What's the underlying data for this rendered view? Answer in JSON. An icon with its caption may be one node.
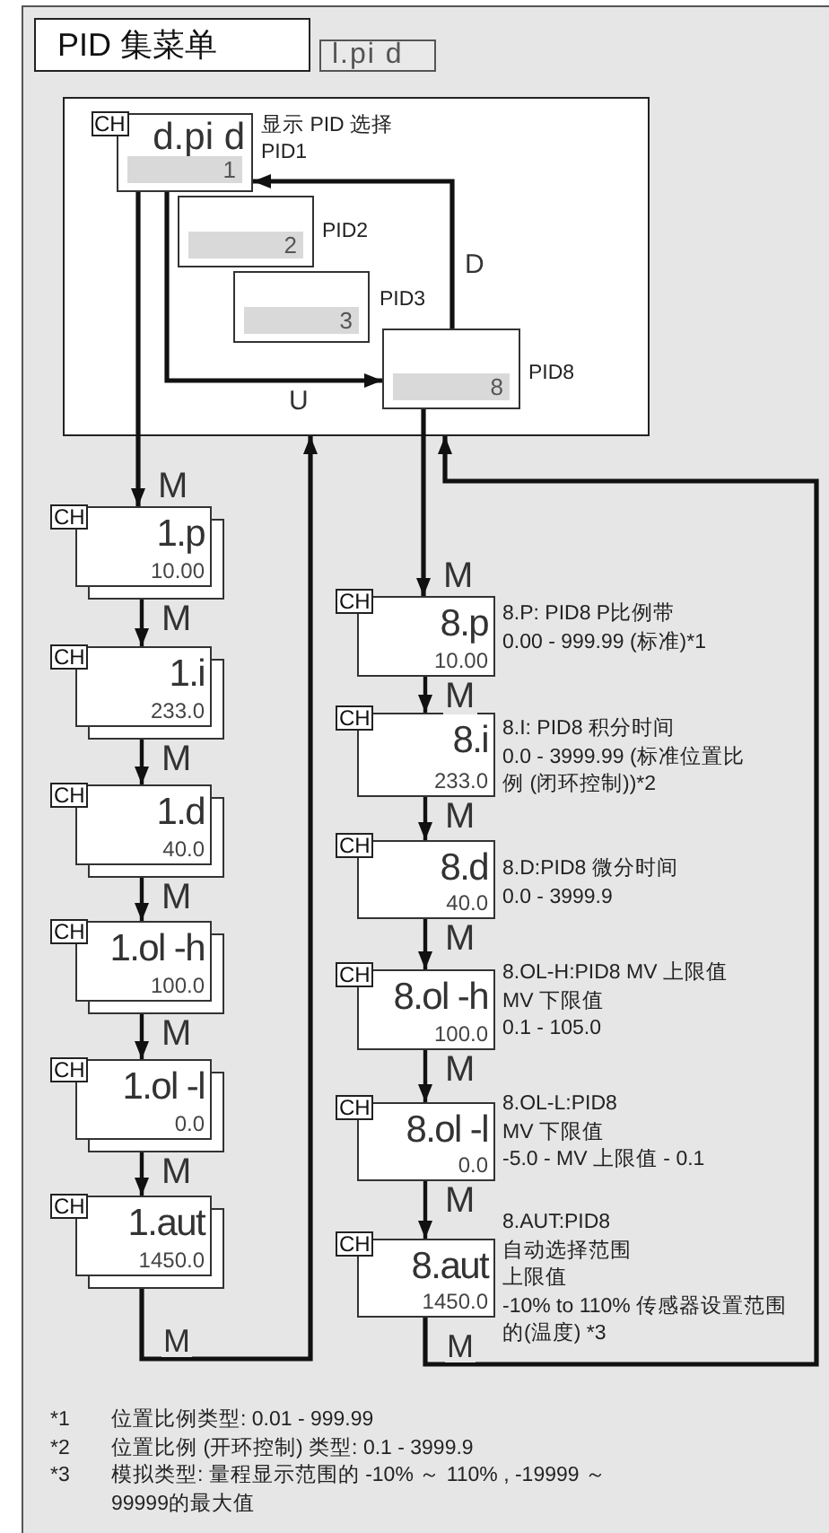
{
  "diagram": {
    "nodes": [
      {
        "text": [
          "PID 集菜单"
        ]
      },
      {
        "text": [
          "l.pi d"
        ]
      },
      {
        "text": [],
        "shape": "box"
      },
      {
        "text": [
          "CH",
          "d.pi d",
          "1"
        ],
        "in": 2,
        "beside": [
          "显示 PID 选择",
          "PID1"
        ]
      },
      {
        "text": [
          "2"
        ],
        "in": 2,
        "beside": [
          "PID2"
        ]
      },
      {
        "text": [
          "3"
        ],
        "in": 2,
        "beside": [
          "PID3"
        ]
      },
      {
        "text": [
          "8"
        ],
        "in": 2,
        "beside": [
          "PID8"
        ]
      },
      {
        "text": [
          "CH",
          "1.p",
          "10.00"
        ]
      },
      {
        "text": [
          "CH",
          "1.i",
          "233.0"
        ]
      },
      {
        "text": [
          "CH",
          "1.d",
          "40.0"
        ]
      },
      {
        "text": [
          "CH",
          "1.ol -h",
          "100.0"
        ]
      },
      {
        "text": [
          "CH",
          "1.ol -l",
          "0.0"
        ]
      },
      {
        "text": [
          "CH",
          "1.aut",
          "1450.0"
        ]
      },
      {
        "text": [
          "CH",
          "8.p",
          "10.00"
        ],
        "beside": [
          "8.P: PID8 P比例带",
          "0.00 - 999.99 (标准)*1"
        ]
      },
      {
        "text": [
          "CH",
          "8.i",
          "233.0"
        ],
        "beside": [
          "8.I: PID8 积分时间",
          "0.0 - 3999.99 (标准位置比例 (闭环控制))*2"
        ]
      },
      {
        "text": [
          "CH",
          "8.d",
          "40.0"
        ],
        "beside": [
          "8.D:PID8 微分时间",
          "0.0 - 3999.9"
        ]
      },
      {
        "text": [
          "CH",
          "8.ol -h",
          "100.0"
        ],
        "beside": [
          "8.OL-H:PID8 MV 上限值",
          "MV 下限值",
          "0.1 - 105.0"
        ]
      },
      {
        "text": [
          "CH",
          "8.ol -l",
          "0.0"
        ],
        "beside": [
          "8.OL-L:PID8",
          "MV 下限值",
          "-5.0 - MV 上限值 - 0.1"
        ]
      },
      {
        "text": [
          "CH",
          "8.aut",
          "1450.0"
        ],
        "beside": [
          "8.AUT:PID8",
          "自动选择范围",
          "上限值",
          "-10% to 110% 传感器设置范围的(温度) *3"
        ]
      }
    ],
    "edges": [
      {
        "from": 3,
        "to": 6,
        "arrow": "to",
        "label": "U"
      },
      {
        "from": 6,
        "to": 3,
        "arrow": "to",
        "label": "D"
      },
      {
        "from": 3,
        "to": 7,
        "arrow": "to",
        "label": "M"
      },
      {
        "from": 7,
        "to": 8,
        "arrow": "to",
        "label": "M"
      },
      {
        "from": 8,
        "to": 9,
        "arrow": "to",
        "label": "M"
      },
      {
        "from": 9,
        "to": 10,
        "arrow": "to",
        "label": "M"
      },
      {
        "from": 10,
        "to": 11,
        "arrow": "to",
        "label": "M"
      },
      {
        "from": 11,
        "to": 12,
        "arrow": "to",
        "label": "M"
      },
      {
        "from": 12,
        "to": 2,
        "arrow": "to",
        "label": "M"
      },
      {
        "from": 6,
        "to": 13,
        "arrow": "to",
        "label": "M"
      },
      {
        "from": 13,
        "to": 14,
        "arrow": "to",
        "label": "M"
      },
      {
        "from": 14,
        "to": 15,
        "arrow": "to",
        "label": "M"
      },
      {
        "from": 15,
        "to": 16,
        "arrow": "to",
        "label": "M"
      },
      {
        "from": 16,
        "to": 17,
        "arrow": "to",
        "label": "M"
      },
      {
        "from": 17,
        "to": 18,
        "arrow": "to",
        "label": "M"
      },
      {
        "from": 18,
        "to": 2,
        "arrow": "to",
        "label": "M"
      }
    ],
    "labels": [
      "*1",
      "位置比例类型: 0.01 - 999.99",
      "*2",
      "位置比例 (开环控制) 类型: 0.1 - 3999.9",
      "*3",
      "模拟类型: 量程显示范围的 -10% ～ 110% , -19999 ～ 99999的最大值"
    ]
  }
}
